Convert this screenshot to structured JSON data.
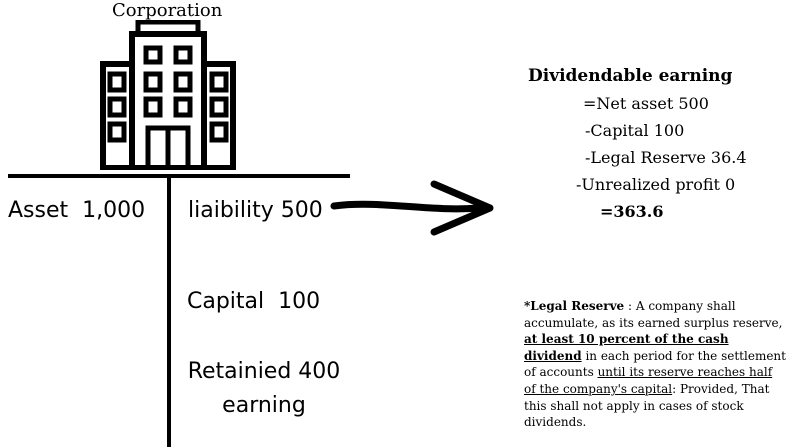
{
  "corporation": {
    "label": "Corporation",
    "icon": "office-building-icon"
  },
  "balance_sheet": {
    "asset": "Asset  1,000",
    "liability": "liaibility 500",
    "capital": "Capital  100",
    "retained_line1": "Retainied 400",
    "retained_line2": "earning"
  },
  "arrow_icon": "right-arrow-icon",
  "dividendable": {
    "title": "Dividendable earning",
    "lines": [
      "=Net asset 500",
      "-Capital 100",
      "-Legal Reserve 36.4",
      "-Unrealized profit 0"
    ],
    "result": "=363.6"
  },
  "note": {
    "term": "*Legal Reserve",
    "part1": " : A company shall accumulate, as its earned surplus reserve, ",
    "emph": "at least 10 percent of the cash dividend",
    "part2": " in each period for the settlement of accounts ",
    "underlined": "until its reserve reaches half of the company's capital",
    "part3": ": Provided, That this shall not apply in cases of stock dividends."
  }
}
